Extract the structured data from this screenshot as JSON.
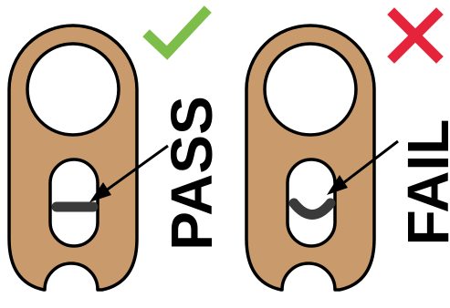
{
  "colors": {
    "plate_fill": "#C99B6C",
    "outline": "#000000",
    "hole_fill": "#FFFFFF",
    "pass_mark": "#7DBE4A",
    "fail_mark": "#E5243B",
    "clip_bar": "#3A3A3A"
  },
  "panels": [
    {
      "verdict": "PASS",
      "mark_icon": "check-icon",
      "clip_state": "straight"
    },
    {
      "verdict": "FAIL",
      "mark_icon": "cross-icon",
      "clip_state": "bent"
    }
  ]
}
